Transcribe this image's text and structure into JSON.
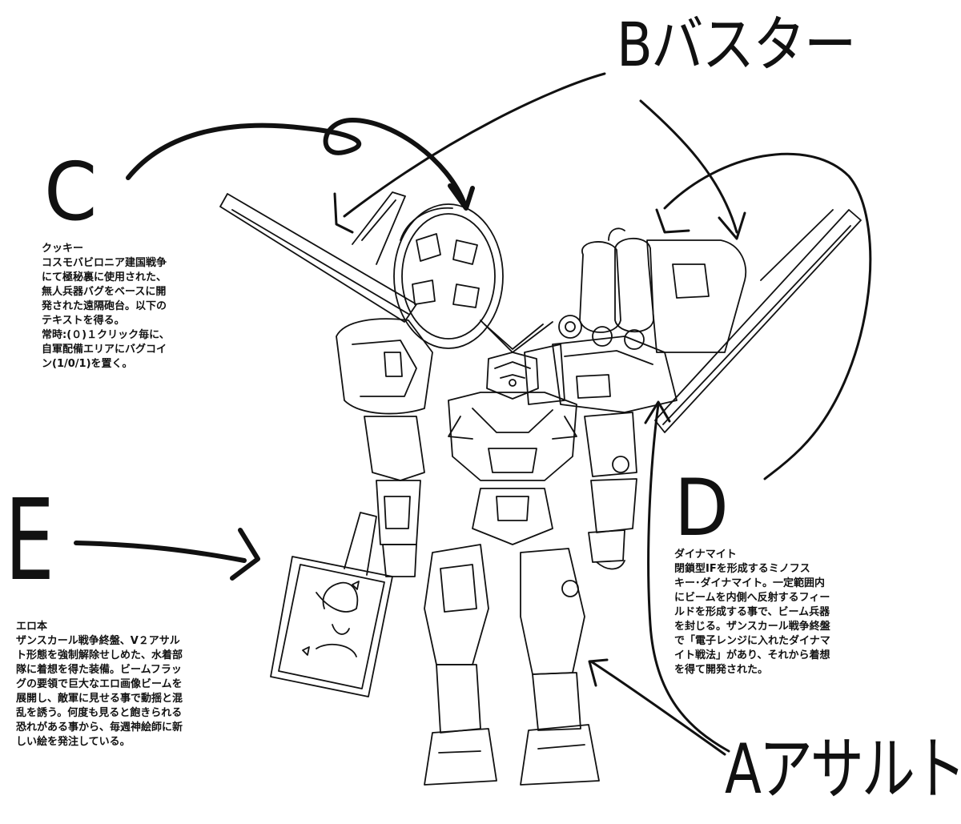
{
  "labels": {
    "a": "Aアサルト",
    "b": "Bバスター",
    "c": "C",
    "d": "D",
    "e": "E"
  },
  "notes": {
    "c": {
      "title": "クッキー",
      "lines": [
        "コスモバビロニア建国戦争",
        "にて極秘裏に使用された、",
        "無人兵器バグをベースに開",
        "発された遠隔砲台。以下の",
        "テキストを得る。",
        "常時:(０)１クリック毎に、",
        "自軍配備エリアにバグコイ",
        "ン(1/0/1)を置く。"
      ]
    },
    "d": {
      "title": "ダイナマイト",
      "lines": [
        "閉鎖型IFを形成するミノフス",
        "キー･ダイナマイト。一定範囲内",
        "にビームを内側へ反射するフィー",
        "ルドを形成する事で、ビーム兵器",
        "を封じる。ザンスカール戦争終盤",
        "で「電子レンジに入れたダイナマ",
        "イト戦法」があり、それから着想",
        "を得て開発された。"
      ]
    },
    "e": {
      "title": "エロ本",
      "lines": [
        "ザンスカール戦争終盤、V２アサル",
        "ト形態を強制解除せしめた、水着部",
        "隊に着想を得た装備。ビームフラッ",
        "グの要領で巨大なエロ画像ビームを",
        "展開し、敵軍に見せる事で動揺と混",
        "乱を誘う。何度も見ると飽きられる",
        "恐れがある事から、毎週神絵師に新",
        "しい絵を発注している。"
      ]
    }
  },
  "colors": {
    "ink": "#111111",
    "background": "#ffffff"
  },
  "illustration": {
    "subject": "mecha-robot-line-sketch"
  }
}
